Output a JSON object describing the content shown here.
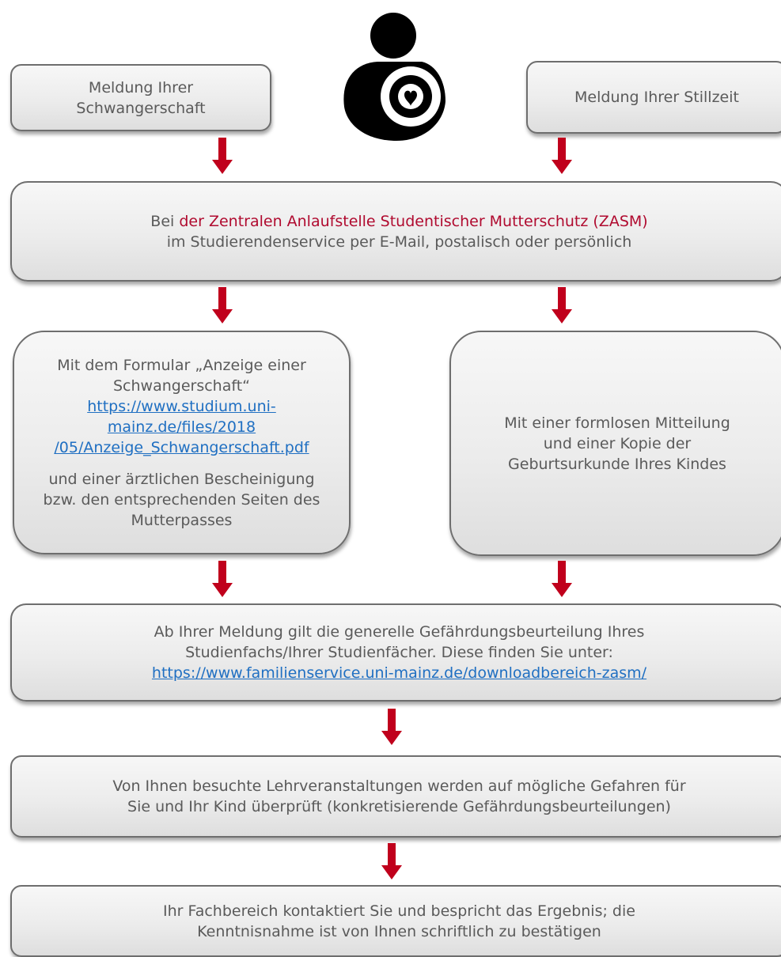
{
  "flow": {
    "pregnancy_report": {
      "lines": [
        "Meldung Ihrer",
        "Schwangerschaft"
      ]
    },
    "lactation_report": {
      "lines": [
        "Meldung Ihrer Stillzeit"
      ]
    },
    "zasm": {
      "prefix": "Bei ",
      "office": "der Zentralen Anlaufstelle Studentischer Mutterschutz (ZASM)",
      "line2": "im Studierendenservice per E-Mail, postalisch oder persönlich"
    },
    "form_route": {
      "lines": [
        "Mit dem Formular „Anzeige einer",
        "Schwangerschaft“"
      ],
      "link_lines": [
        "https://www.studium.uni-",
        "mainz.de/files/2018",
        "/05/Anzeige_Schwangerschaft.pdf"
      ],
      "after_lines": [
        "und einer ärztlichen Bescheinigung",
        "bzw. den entsprechenden Seiten des",
        "Mutterpasses"
      ]
    },
    "informal_route": {
      "lines": [
        "Mit einer formlosen Mitteilung",
        "und einer Kopie der",
        "Geburtsurkunde Ihres Kindes"
      ]
    },
    "assessment": {
      "lines": [
        "Ab Ihrer Meldung gilt die generelle Gefährdungsbeurteilung Ihres",
        "Studienfachs/Ihrer Studienfächer. Diese finden Sie unter:"
      ],
      "link": "https://www.familienservice.uni-mainz.de/downloadbereich-zasm/"
    },
    "courses_check": {
      "lines": [
        "Von Ihnen besuchte Lehrveranstaltungen werden auf mögliche Gefahren für",
        "Sie und Ihr Kind überprüft (konkretisierende Gefährdungsbeurteilungen)"
      ]
    },
    "faculty_contact": {
      "lines": [
        "Ihr Fachbereich kontaktiert Sie und bespricht das Ergebnis; die",
        "Kenntnisnahme ist von Ihnen schriftlich zu bestätigen"
      ]
    }
  },
  "icons": {
    "logo": "mother-with-baby-icon",
    "arrow": "arrow-down-icon"
  },
  "colors": {
    "accent": "#b00a2f",
    "arrow": "#c0001c",
    "link": "#1f6fc2",
    "text": "#5a5a5a"
  }
}
